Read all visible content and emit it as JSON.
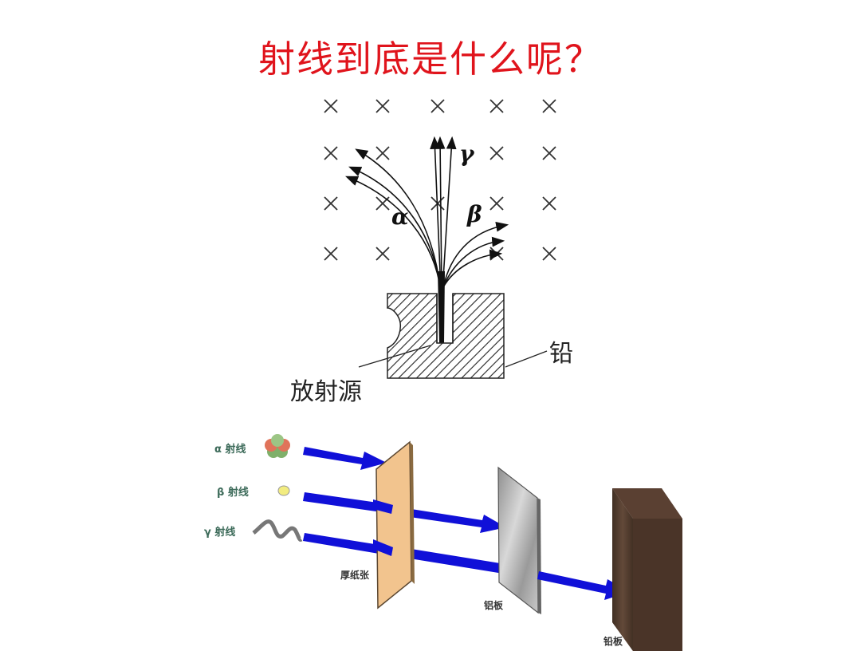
{
  "title": "射线到底是什么呢？",
  "top_diagram": {
    "field_symbol": "×",
    "rays": {
      "alpha": "α",
      "beta": "β",
      "gamma": "γ"
    },
    "labels": {
      "source": "放射源",
      "lead": "铅"
    }
  },
  "bottom_diagram": {
    "ray_labels": {
      "alpha": "α 射线",
      "beta": "β 射线",
      "gamma": "γ 射线"
    },
    "plates": {
      "paper": "厚纸张",
      "aluminum": "铝板",
      "lead": "铅板"
    },
    "colors": {
      "arrow": "#1010d8",
      "paper": "#f2c48e",
      "aluminum": "#b8b8b8",
      "lead": "#4a3428",
      "title": "#e0141c"
    }
  }
}
